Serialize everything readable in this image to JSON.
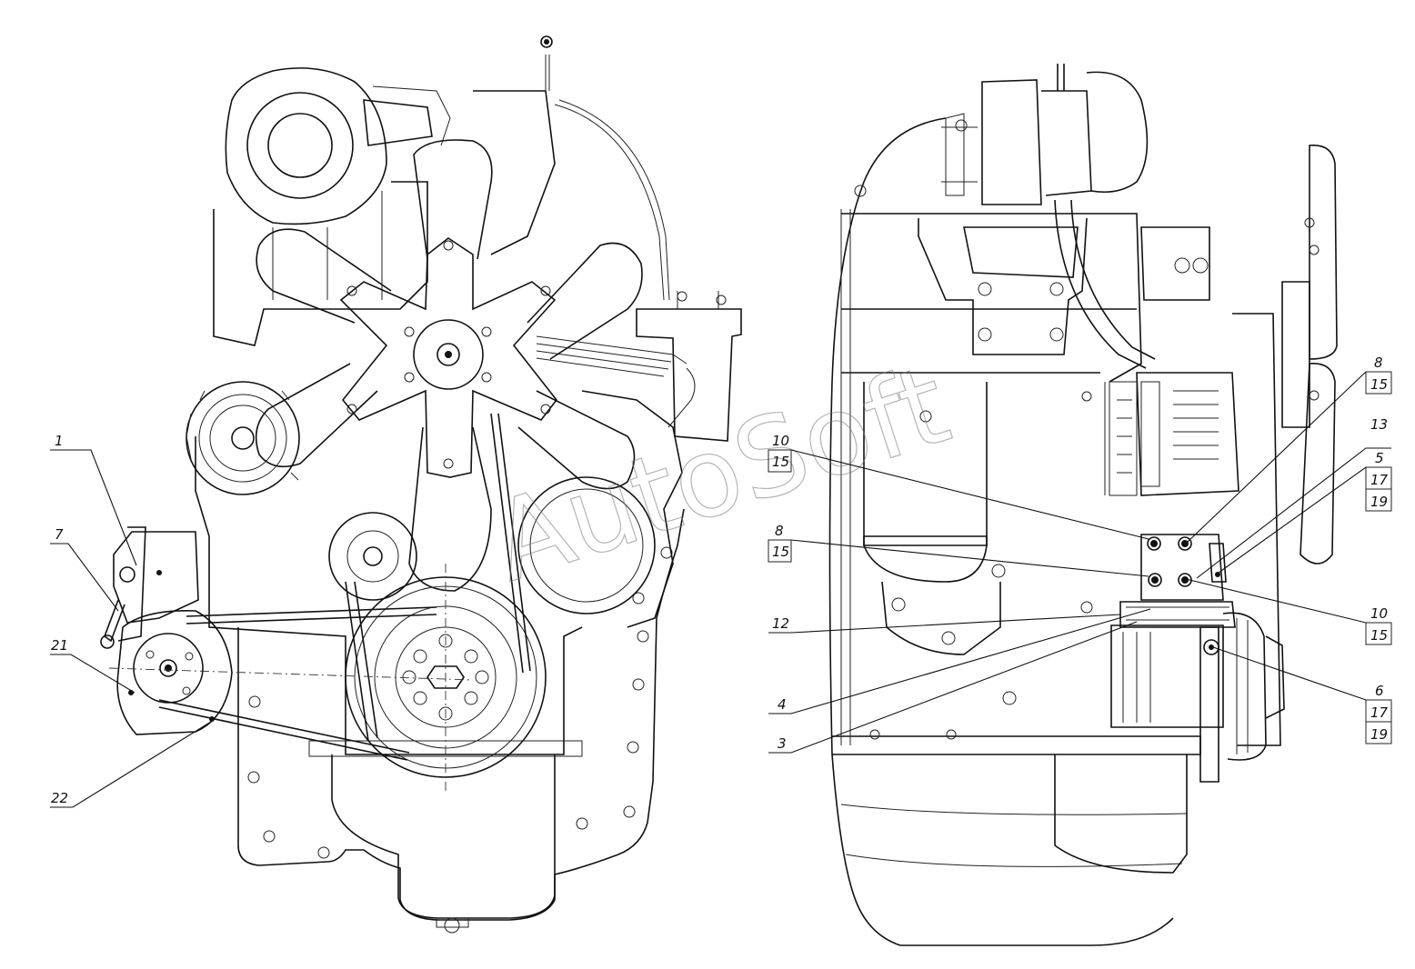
{
  "watermark": "AutoSoft",
  "labels": [
    {
      "id": "l1",
      "text": "1"
    },
    {
      "id": "l7",
      "text": "7"
    },
    {
      "id": "l21",
      "text": "21"
    },
    {
      "id": "l22",
      "text": "22"
    },
    {
      "id": "l10a",
      "text": "10"
    },
    {
      "id": "l15a",
      "text": "15"
    },
    {
      "id": "l8a",
      "text": "8"
    },
    {
      "id": "l15b",
      "text": "15"
    },
    {
      "id": "l12",
      "text": "12"
    },
    {
      "id": "l4",
      "text": "4"
    },
    {
      "id": "l3",
      "text": "3"
    },
    {
      "id": "l8b",
      "text": "8"
    },
    {
      "id": "l15c",
      "text": "15"
    },
    {
      "id": "l13",
      "text": "13"
    },
    {
      "id": "l5",
      "text": "5"
    },
    {
      "id": "l17a",
      "text": "17"
    },
    {
      "id": "l19a",
      "text": "19"
    },
    {
      "id": "l10b",
      "text": "10"
    },
    {
      "id": "l15d",
      "text": "15"
    },
    {
      "id": "l6",
      "text": "6"
    },
    {
      "id": "l17b",
      "text": "17"
    },
    {
      "id": "l19b",
      "text": "19"
    }
  ]
}
